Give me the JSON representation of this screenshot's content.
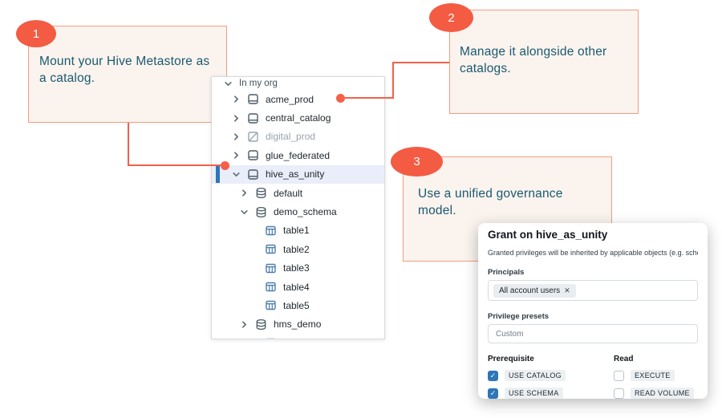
{
  "colors": {
    "accent_coral": "#f45b43",
    "callout_border": "#f49c82",
    "callout_bg": "#faf3ee",
    "callout_text": "#1a5a70",
    "selection_blue": "#2d76b7",
    "table_icon_blue": "#4e7ea9",
    "icon_slate": "#4c5b66"
  },
  "callouts": [
    {
      "number": "1",
      "text": "Mount your Hive Metastore as a catalog."
    },
    {
      "number": "2",
      "text": "Manage it alongside other catalogs."
    },
    {
      "number": "3",
      "text": "Use a unified governance model."
    }
  ],
  "tree": {
    "root_label": "In my org",
    "items": [
      {
        "label": "acme_prod",
        "level": 1,
        "icon": "catalog",
        "chevron": "right"
      },
      {
        "label": "central_catalog",
        "level": 1,
        "icon": "catalog",
        "chevron": "right"
      },
      {
        "label": "digital_prod",
        "level": 1,
        "icon": "catalog-disabled",
        "chevron": "right",
        "muted": true
      },
      {
        "label": "glue_federated",
        "level": 1,
        "icon": "catalog",
        "chevron": "right"
      },
      {
        "label": "hive_as_unity",
        "level": 1,
        "icon": "catalog",
        "chevron": "down",
        "selected": true
      },
      {
        "label": "default",
        "level": 2,
        "icon": "schema",
        "chevron": "right"
      },
      {
        "label": "demo_schema",
        "level": 2,
        "icon": "schema",
        "chevron": "down"
      },
      {
        "label": "table1",
        "level": 3,
        "icon": "table"
      },
      {
        "label": "table2",
        "level": 3,
        "icon": "table"
      },
      {
        "label": "table3",
        "level": 3,
        "icon": "table"
      },
      {
        "label": "table4",
        "level": 3,
        "icon": "table"
      },
      {
        "label": "table5",
        "level": 3,
        "icon": "table"
      },
      {
        "label": "hms_demo",
        "level": 2,
        "icon": "schema",
        "chevron": "right"
      },
      {
        "label": "",
        "level": 3,
        "icon": "table"
      }
    ]
  },
  "dialog": {
    "title": "Grant on hive_as_unity",
    "subtitle": "Granted privileges will be inherited by applicable objects (e.g. schemas",
    "principals_label": "Principals",
    "principal_chip": "All account users",
    "chip_remove_icon": "✕",
    "presets_label": "Privilege presets",
    "presets_value": "Custom",
    "check_glyph": "✓",
    "columns": [
      {
        "header": "Prerequisite",
        "options": [
          {
            "label": "USE CATALOG",
            "checked": true
          },
          {
            "label": "USE SCHEMA",
            "checked": true
          }
        ]
      },
      {
        "header": "Read",
        "options": [
          {
            "label": "EXECUTE",
            "checked": false
          },
          {
            "label": "READ VOLUME",
            "checked": false
          }
        ]
      }
    ]
  }
}
